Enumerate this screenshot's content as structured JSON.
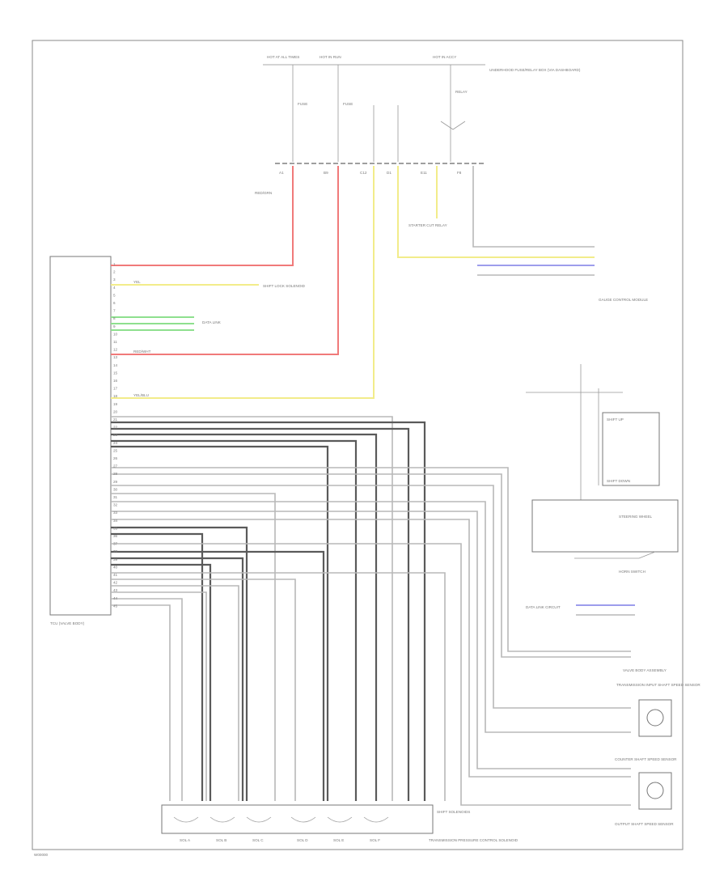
{
  "diagram": {
    "top_labels": {
      "hot_run_start": "HOT AT ALL TIMES",
      "hot_run": "HOT IN RUN",
      "hot_accy": "HOT IN ACCY",
      "fuse_box_note": "UNDERHOOD FUSE/RELAY BOX (VIA DASHBOARD)"
    },
    "fuses": [
      "FUSE",
      "FUSE",
      "RELAY"
    ],
    "terminals": [
      "A1",
      "B9",
      "C12",
      "D1",
      "E11",
      "F8"
    ],
    "tcm_label": "TCU (VALVE BODY)",
    "left_pin_labels": [
      "1",
      "2",
      "3",
      "4",
      "5",
      "6",
      "7",
      "8",
      "9",
      "10",
      "11",
      "12",
      "13",
      "14",
      "15",
      "16",
      "17",
      "18",
      "19",
      "20",
      "21",
      "22",
      "23",
      "24",
      "25",
      "26",
      "27",
      "28",
      "29",
      "30",
      "31",
      "32",
      "33",
      "34",
      "35",
      "36",
      "37",
      "38",
      "39",
      "40",
      "41",
      "42",
      "43",
      "44",
      "45"
    ],
    "wire_labels": {
      "red_top": "RED/GRN",
      "yellow": "YEL",
      "can_group": "DATA LINK",
      "shift_lock": "SHIFT LOCK SOLENOID",
      "red_mid": "RED/WHT",
      "yellow_lower": "YEL/BLU"
    },
    "right_labels": {
      "starter": "STARTER CUT RELAY",
      "gauge": "GAUGE CONTROL MODULE",
      "steering_wheel": "STEERING WHEEL",
      "horn": "HORN SWITCH",
      "paddle_up": "SHIFT UP",
      "paddle_down": "SHIFT DOWN",
      "data_link_right": "DATA LINK CIRCUIT",
      "valve": "VALVE BODY ASSEMBLY",
      "input_sensor": "TRANSMISSION INPUT SHAFT SPEED SENSOR",
      "output_sensor": "OUTPUT SHAFT SPEED SENSOR",
      "counter_sensor": "COUNTER SHAFT SPEED SENSOR",
      "solenoid_box": "SHIFT SOLENOIDS",
      "solenoid_note": "TRANSMISSION PRESSURE CONTROL SOLENOID"
    },
    "solenoids": [
      "SOL A",
      "SOL B",
      "SOL C",
      "SOL D",
      "SOL E",
      "SOL F"
    ],
    "footer": "W00000"
  }
}
